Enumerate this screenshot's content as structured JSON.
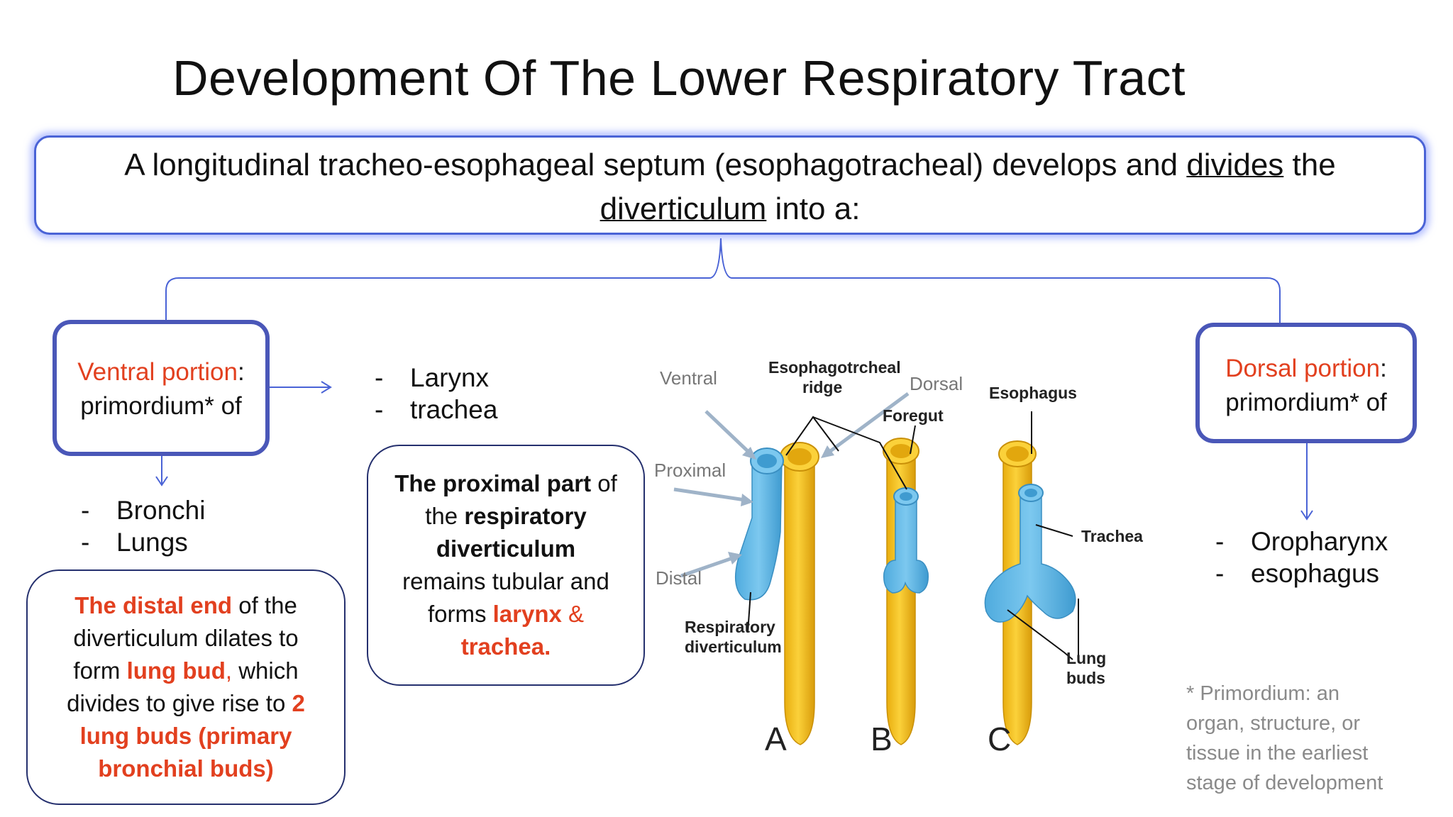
{
  "title": "Development Of The Lower Respiratory Tract",
  "septum": {
    "line1_pre": "A longitudinal tracheo-esophageal septum (esophagotracheal) develops and ",
    "line1_u": "divides",
    "line1_post": " the",
    "line2_u": "diverticulum",
    "line2_post": " into a:"
  },
  "ventral": {
    "label": "Ventral portion",
    "colon": ":",
    "line2": "primordium* of",
    "arrow_list": [
      "Larynx",
      "trachea"
    ],
    "down_list": [
      "Bronchi",
      "Lungs"
    ]
  },
  "dorsal": {
    "label": "Dorsal portion",
    "colon": ":",
    "line2": "primordium* of",
    "down_list": [
      "Oropharynx",
      "esophagus"
    ]
  },
  "dash": "-",
  "distal_note": {
    "p1_red": "The distal end",
    "p1": " of the",
    "p2": "diverticulum dilates to",
    "p3_pre": "form ",
    "p3_red": "lung bud",
    "p3_comma": ",",
    "p3_post": " which",
    "p4_pre": "divides to give rise to ",
    "p4_red": "2",
    "p5": "lung buds (primary",
    "p6": "bronchial buds)"
  },
  "proximal_note": {
    "p1_bold": "The proximal part",
    "p1": " of",
    "p2_pre": "the ",
    "p2_bold": "respiratory",
    "p3_bold": "diverticulum",
    "p4": "remains tubular and",
    "p5_pre": "forms ",
    "p5_red": "larynx",
    "p5_amp": " &",
    "p6_red": "trachea."
  },
  "footnote": [
    "* Primordium: an",
    "organ, structure, or",
    "tissue in the earliest",
    "stage of development"
  ],
  "figure": {
    "labels": {
      "ventral": "Ventral",
      "ridge1": "Esophagotrcheal",
      "ridge2": "ridge",
      "dorsal": "Dorsal",
      "foregut": "Foregut",
      "esophagus": "Esophagus",
      "proximal": "Proximal",
      "distal": "Distal",
      "resp1": "Respiratory",
      "resp2": "diverticulum",
      "trachea": "Trachea",
      "lung1": "Lung",
      "lung2": "buds",
      "panel_a": "A",
      "panel_b": "B",
      "panel_c": "C"
    },
    "colors": {
      "gut": "#f3c21c",
      "gut_dark": "#d9a10b",
      "resp": "#5cb8e6",
      "resp_dark": "#3f9dd0",
      "gray_label": "#777777"
    }
  },
  "colors": {
    "accent_red": "#e2401f",
    "box_blue": "#4a57b8",
    "connector": "#4a63d6"
  }
}
